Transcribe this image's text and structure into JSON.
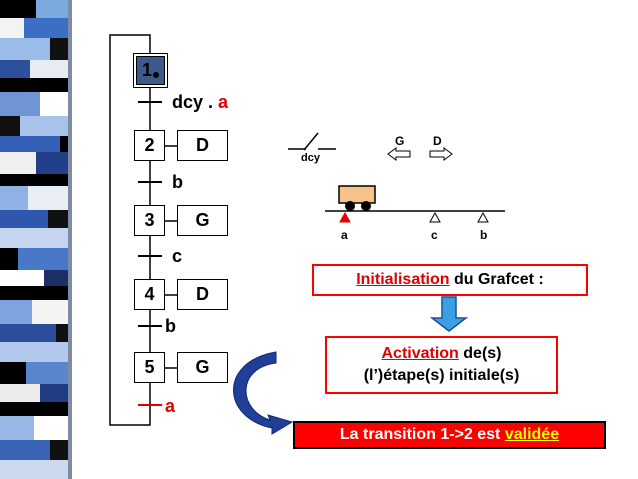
{
  "grafcet": {
    "initial_step": {
      "label": "1"
    },
    "steps": [
      {
        "label": "2",
        "action": "D"
      },
      {
        "label": "3",
        "action": "G"
      },
      {
        "label": "4",
        "action": "D"
      },
      {
        "label": "5",
        "action": "G"
      }
    ],
    "transitions": [
      {
        "name_part": "dcy . ",
        "var_part": "a"
      },
      {
        "label": "b"
      },
      {
        "label": "c"
      },
      {
        "label": "b"
      },
      {
        "label": "a"
      }
    ]
  },
  "system": {
    "switch_label": "dcy",
    "arrow_left_label": "G",
    "arrow_right_label": "D",
    "sensors": [
      "a",
      "c",
      "b"
    ]
  },
  "callouts": {
    "init_red": "Initialisation",
    "init_black": " du Grafcet :",
    "activation_red": "Activation",
    "activation_black_1": " de(s)",
    "activation_black_2": "(l’)étape(s) initiale(s)",
    "transition_white": "La transition 1->2 est ",
    "transition_yellow": "validée"
  },
  "colors": {
    "active_step_fill": "#3d5a8a",
    "callout_border": "#ff0000",
    "transition_box_fill": "#ff0000",
    "highlight_yellow": "#ffff00",
    "cart_fill": "#f5c28a",
    "down_arrow_fill": "#3aa0e0",
    "curved_arrow_fill": "#1f3f9a"
  }
}
